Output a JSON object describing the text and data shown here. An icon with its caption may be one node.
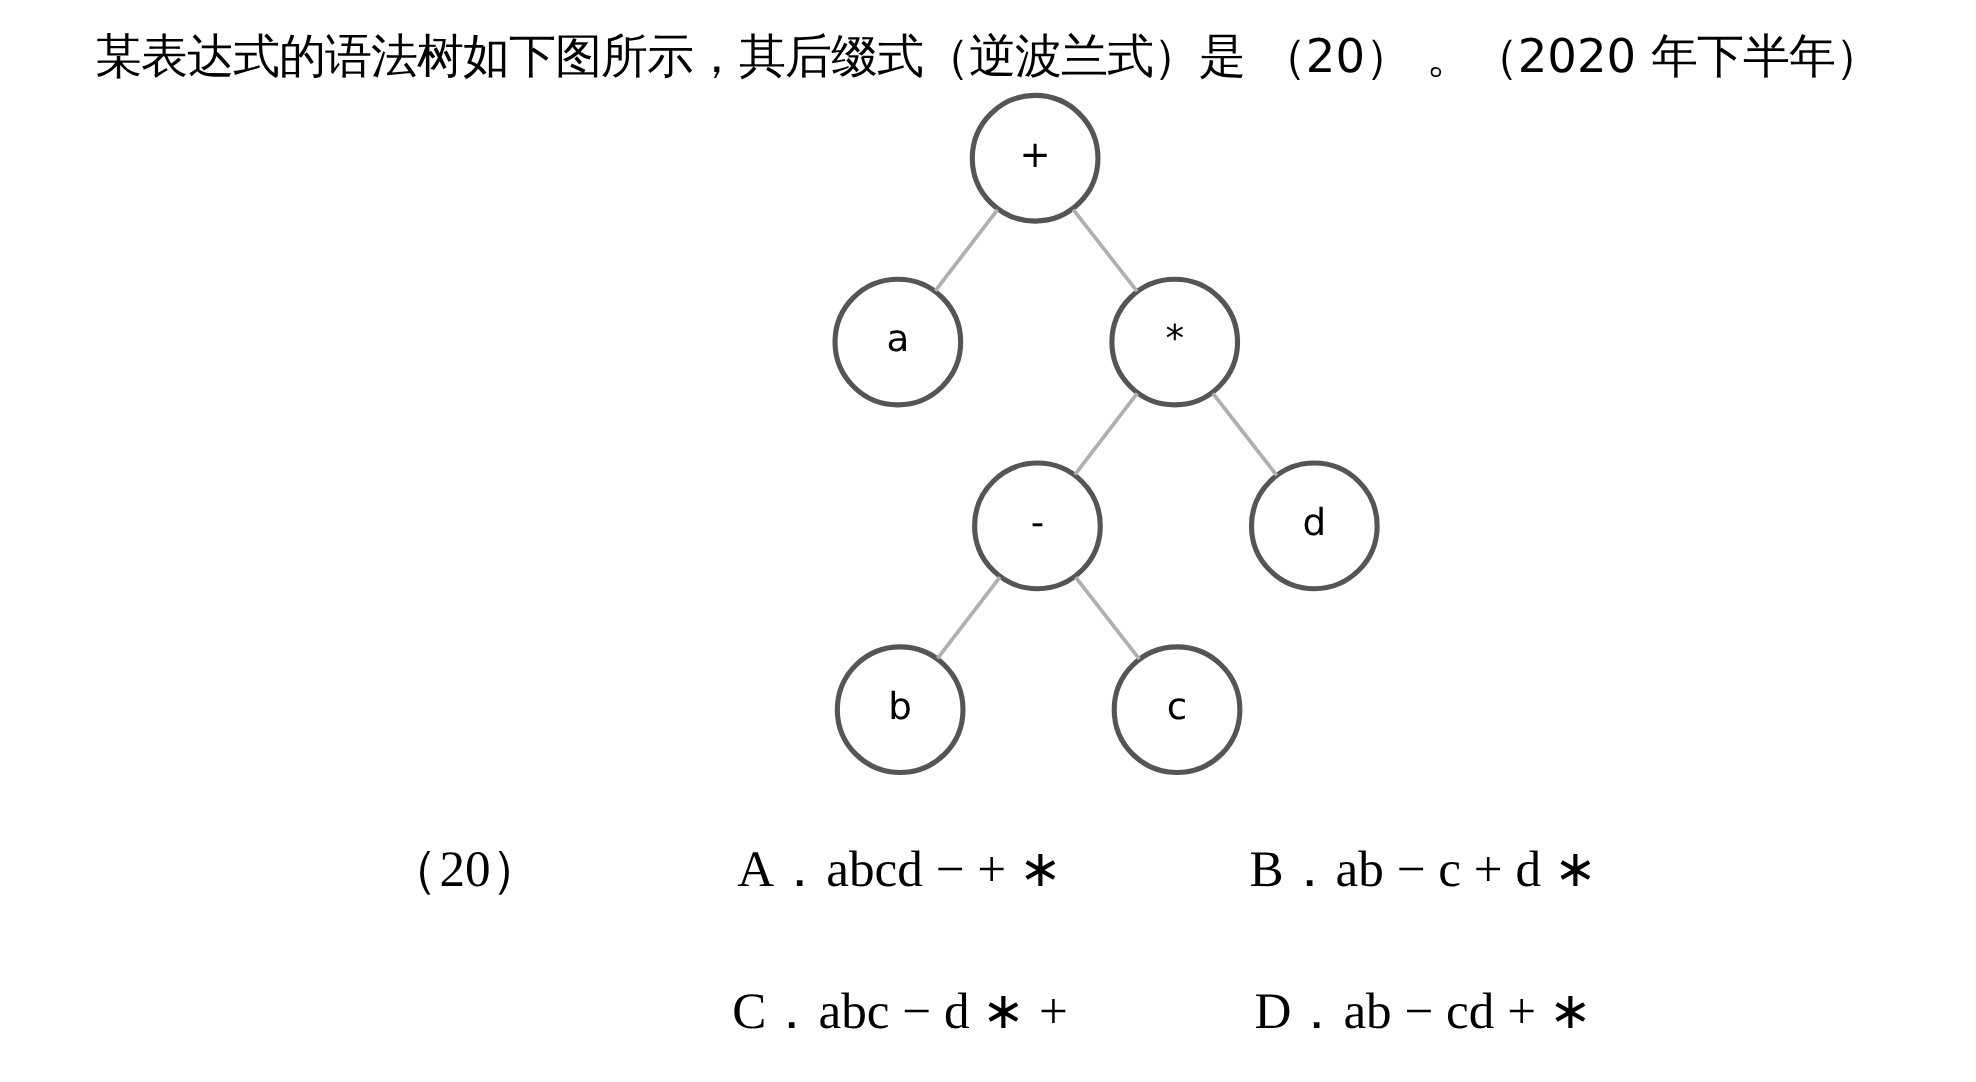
{
  "diagram": {
    "title": "某表达式的语法树如下图所示，其后缀式（逆波兰式）是 （20） 。（2020 年下半年）",
    "nodes": [
      {
        "text": [
          "+"
        ]
      },
      {
        "text": [
          "a"
        ]
      },
      {
        "text": [
          "*"
        ]
      },
      {
        "text": [
          "-"
        ]
      },
      {
        "text": [
          "d"
        ]
      },
      {
        "text": [
          "b"
        ]
      },
      {
        "text": [
          "c"
        ]
      }
    ],
    "edges": [
      {
        "from": 0,
        "to": 1,
        "arrow": "none"
      },
      {
        "from": 0,
        "to": 2,
        "arrow": "none"
      },
      {
        "from": 2,
        "to": 3,
        "arrow": "none"
      },
      {
        "from": 2,
        "to": 4,
        "arrow": "none"
      },
      {
        "from": 3,
        "to": 5,
        "arrow": "none"
      },
      {
        "from": 3,
        "to": 6,
        "arrow": "none"
      }
    ],
    "labels": [
      "（20）",
      "A．abcd − + ∗",
      "B．ab − c + d ∗",
      "C．abc − d ∗ +",
      "D．ab − cd + ∗"
    ]
  }
}
